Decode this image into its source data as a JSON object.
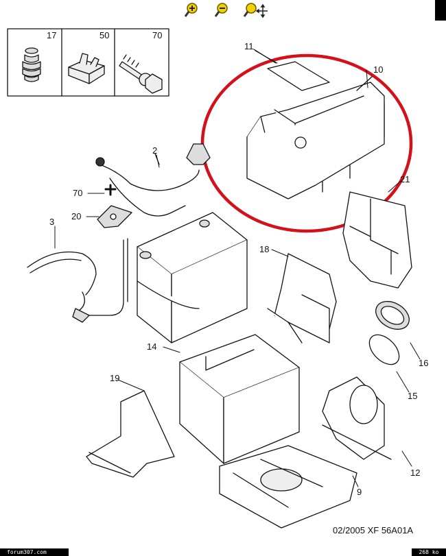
{
  "toolbar": {
    "icons": [
      "zoom-in-icon",
      "zoom-out-icon",
      "zoom-pan-icon"
    ]
  },
  "legend_box": {
    "items": [
      {
        "ref": "17",
        "icon": "grommet-icon"
      },
      {
        "ref": "50",
        "icon": "clip-icon"
      },
      {
        "ref": "70",
        "icon": "bolt-icon"
      }
    ]
  },
  "callouts": {
    "c11": "11",
    "c10": "10",
    "c2": "2",
    "c70": "70",
    "c20": "20",
    "c3": "3",
    "c21": "21",
    "c18": "18",
    "c14": "14",
    "c16": "16",
    "c19": "19",
    "c15": "15",
    "c12": "12",
    "c9": "9"
  },
  "footer": {
    "reference": "02/2005  XF 56A01A"
  },
  "status": {
    "left": "forum307.com",
    "right": "268 ko"
  },
  "colors": {
    "highlight": "#d4101a",
    "line": "#111111"
  }
}
